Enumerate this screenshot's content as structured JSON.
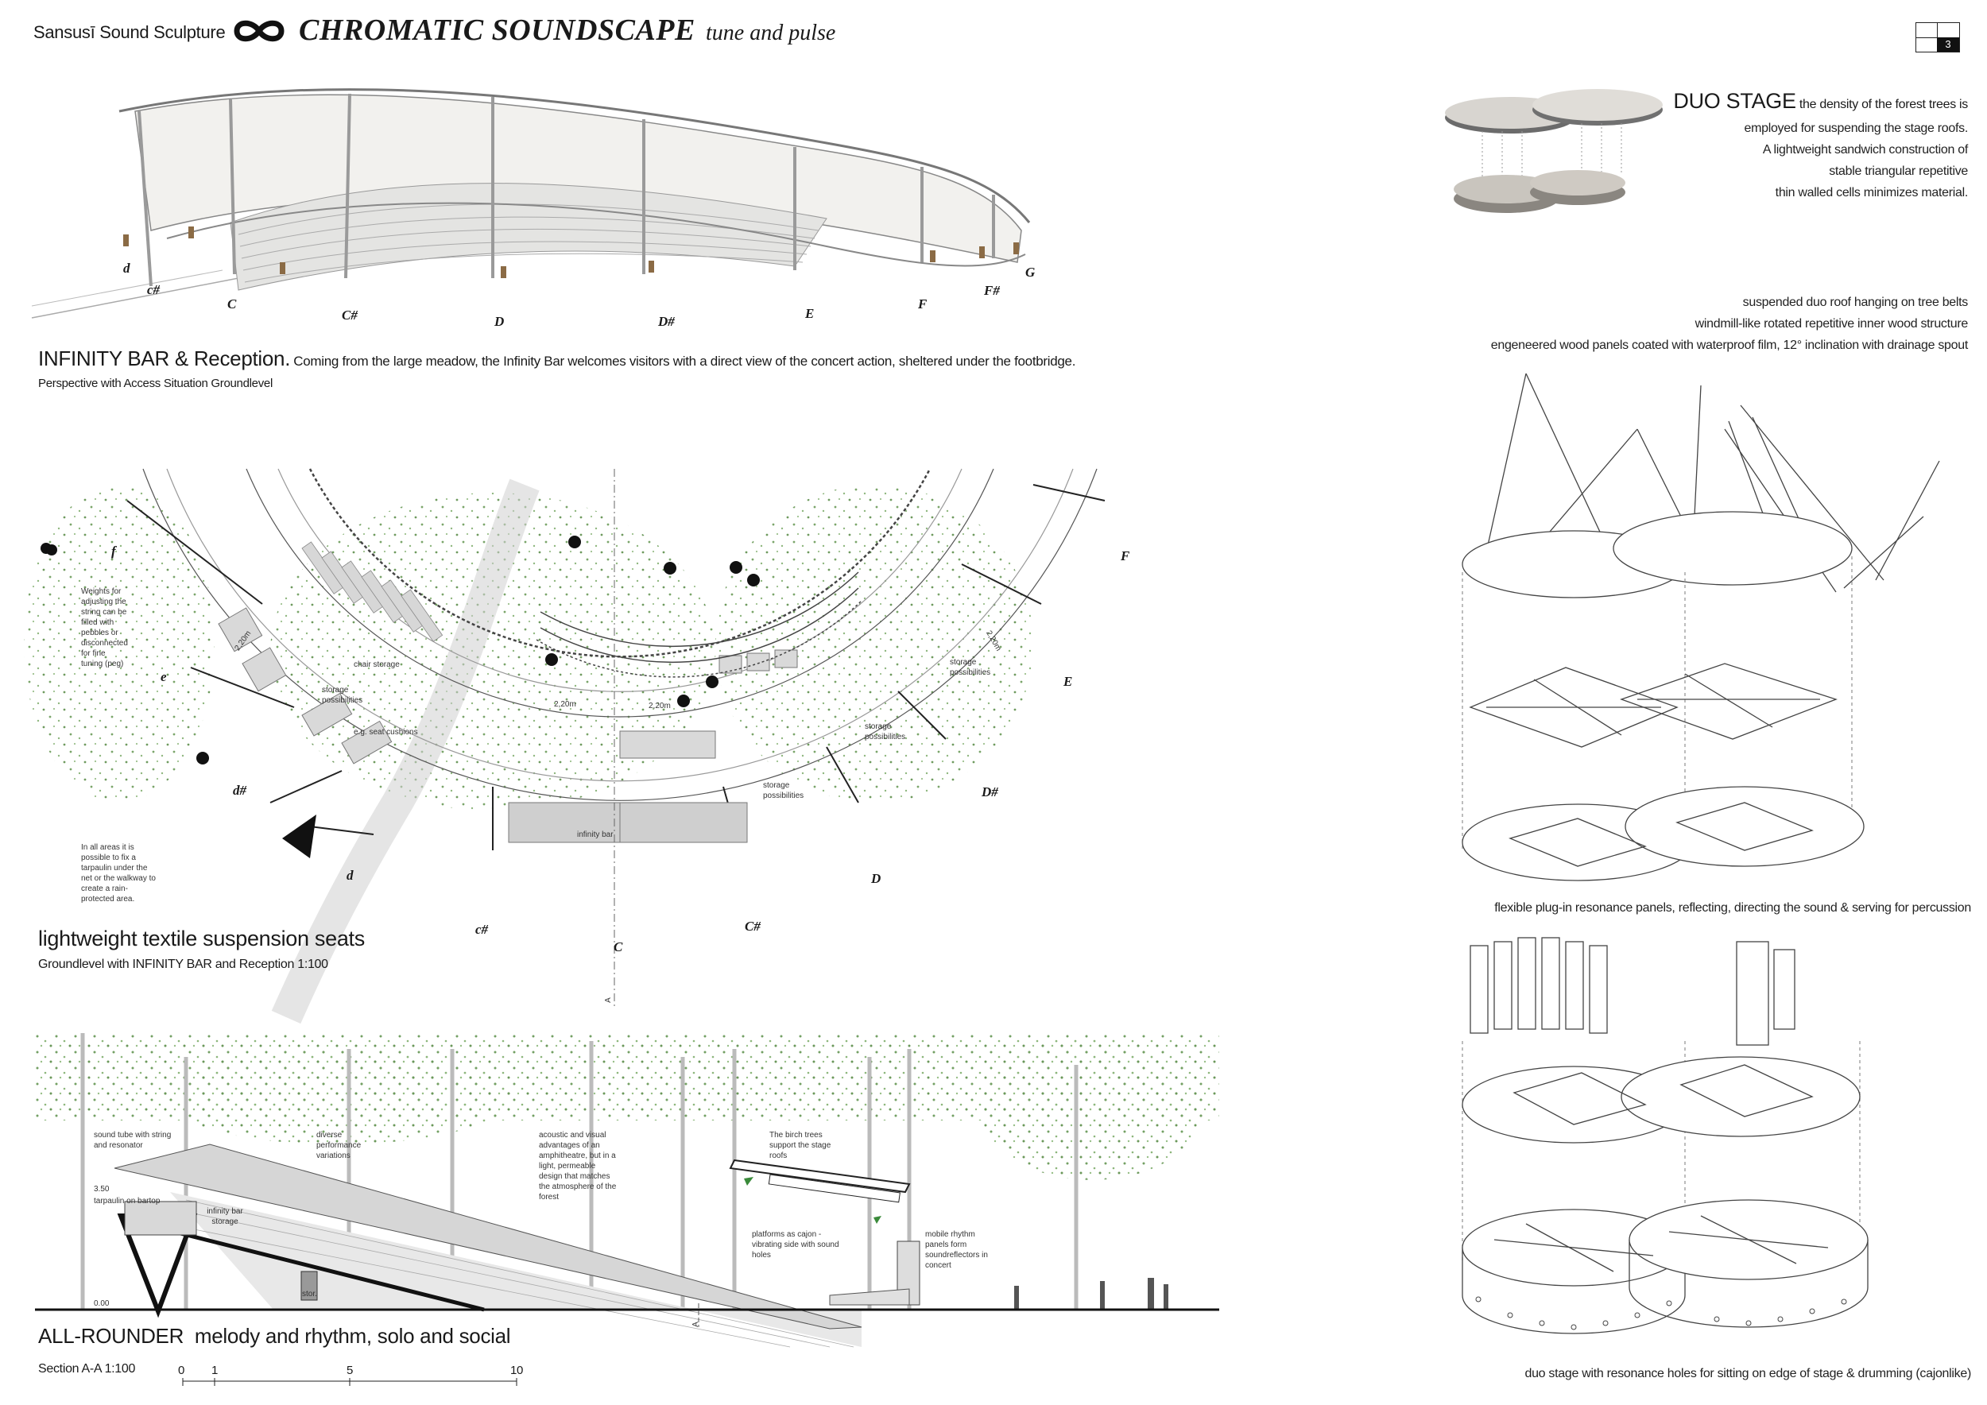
{
  "header": {
    "project": "Sansusī Sound Sculpture",
    "title": "CHROMATIC SOUNDSCAPE",
    "subtitle": "tune and pulse",
    "page_number": "3"
  },
  "perspective": {
    "heading": "INFINITY BAR & Reception.",
    "text": "Coming from the large meadow, the Infinity Bar welcomes visitors with a direct view of the concert action, sheltered under the footbridge.",
    "caption": "Perspective with Access Situation Groundlevel",
    "notes": [
      "d",
      "c#",
      "C",
      "C#",
      "D",
      "D#",
      "E",
      "F",
      "F#",
      "G"
    ]
  },
  "plan": {
    "heading": "lightweight textile suspension seats",
    "caption": "Groundlevel with INFINITY BAR and Reception 1:100",
    "note_weights": "Weights for adjusting the string can be filled with pebbles or disconnected for fine tuning (peg)",
    "note_tarpaulin": "In all areas it is possible to fix a tarpaulin under the net or the walkway to create a rain-protected area.",
    "labels": {
      "f": "f",
      "e": "e",
      "d_sharp": "d#",
      "d": "d",
      "c_sharp": "c#",
      "C": "C",
      "C_sharp": "C#",
      "D": "D",
      "D_sharp": "D#",
      "E": "E",
      "F": "F"
    },
    "small": {
      "chair_storage": "chair storage",
      "storage1": "storage possibilities",
      "seat_cushions": "e.g. seat cushions",
      "dim1": "2,20m",
      "dim2": "2,20m",
      "dim3": "2,20m",
      "dim4": "2,20m",
      "storage2": "storage possibilities",
      "storage3": "storage possibilities",
      "storage4": "storage possibilities",
      "infinity_bar": "infinity bar",
      "section_mark": "A"
    }
  },
  "section": {
    "heading": "ALL-ROUNDER  melody and rhythm, solo and social",
    "caption": "Section A-A 1:100",
    "scale": [
      "0",
      "1",
      "5",
      "10"
    ],
    "notes": {
      "sound_tube": "sound tube with string and resonator",
      "diverse": "diverse performance variations",
      "acoustic": "acoustic and visual advantages of an amphitheatre, but in a light, permeable design that matches the atmosphere of the forest",
      "birch": "The birch trees support the stage roofs",
      "platforms": "platforms as cajon - vibrating side with sound holes",
      "mobile": "mobile rhythm panels form soundreflectors in concert",
      "level_350": "3.50",
      "tarpaulin": "tarpaulin on bartop",
      "level_000": "0.00",
      "bar_storage": "infinity bar storage",
      "stor": "stor.",
      "section_mark": "A"
    }
  },
  "duo_stage": {
    "title": "DUO STAGE",
    "lines": [
      "the density of the forest trees is",
      "employed for suspending the stage roofs.",
      "A lightweight  sandwich construction of",
      "stable triangular repetitive",
      "thin walled cells minimizes material."
    ],
    "roof_notes": [
      "suspended duo roof hanging on tree belts",
      "windmill-like rotated repetitive inner wood structure",
      "engeneered wood panels coated with waterproof film, 12° inclination with drainage spout"
    ],
    "panels_note": "flexible plug-in resonance panels, reflecting, directing the sound & serving for percussion",
    "base_note": "duo stage with resonance holes for sitting on edge of stage & drumming (cajonlike)"
  }
}
